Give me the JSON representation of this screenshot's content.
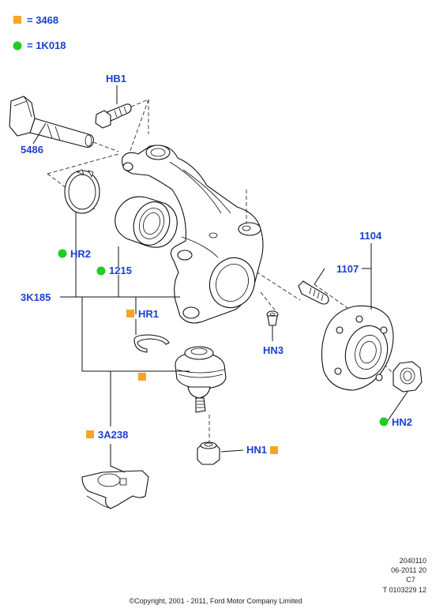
{
  "legend": {
    "square": {
      "color": "#f5a623",
      "label": "= 3468"
    },
    "dot": {
      "color": "#22cc22",
      "label": "= 1K018"
    }
  },
  "callouts": {
    "HB1": "HB1",
    "p5486": "5486",
    "HR2": "HR2",
    "p1215": "1215",
    "p3K185": "3K185",
    "HR1": "HR1",
    "HN3": "HN3",
    "p3A238": "3A238",
    "HN1": "HN1",
    "p1104": "1104",
    "p1107": "1107",
    "HN2": "HN2"
  },
  "label_color": "#1a3fd1",
  "footer": {
    "code1": "2040110",
    "date": "06-2011 20",
    "c7": "C7",
    "ref": "T 0103229 12",
    "copyright": "©Copyright, 2001 - 2011, Ford Motor Company Limited"
  }
}
